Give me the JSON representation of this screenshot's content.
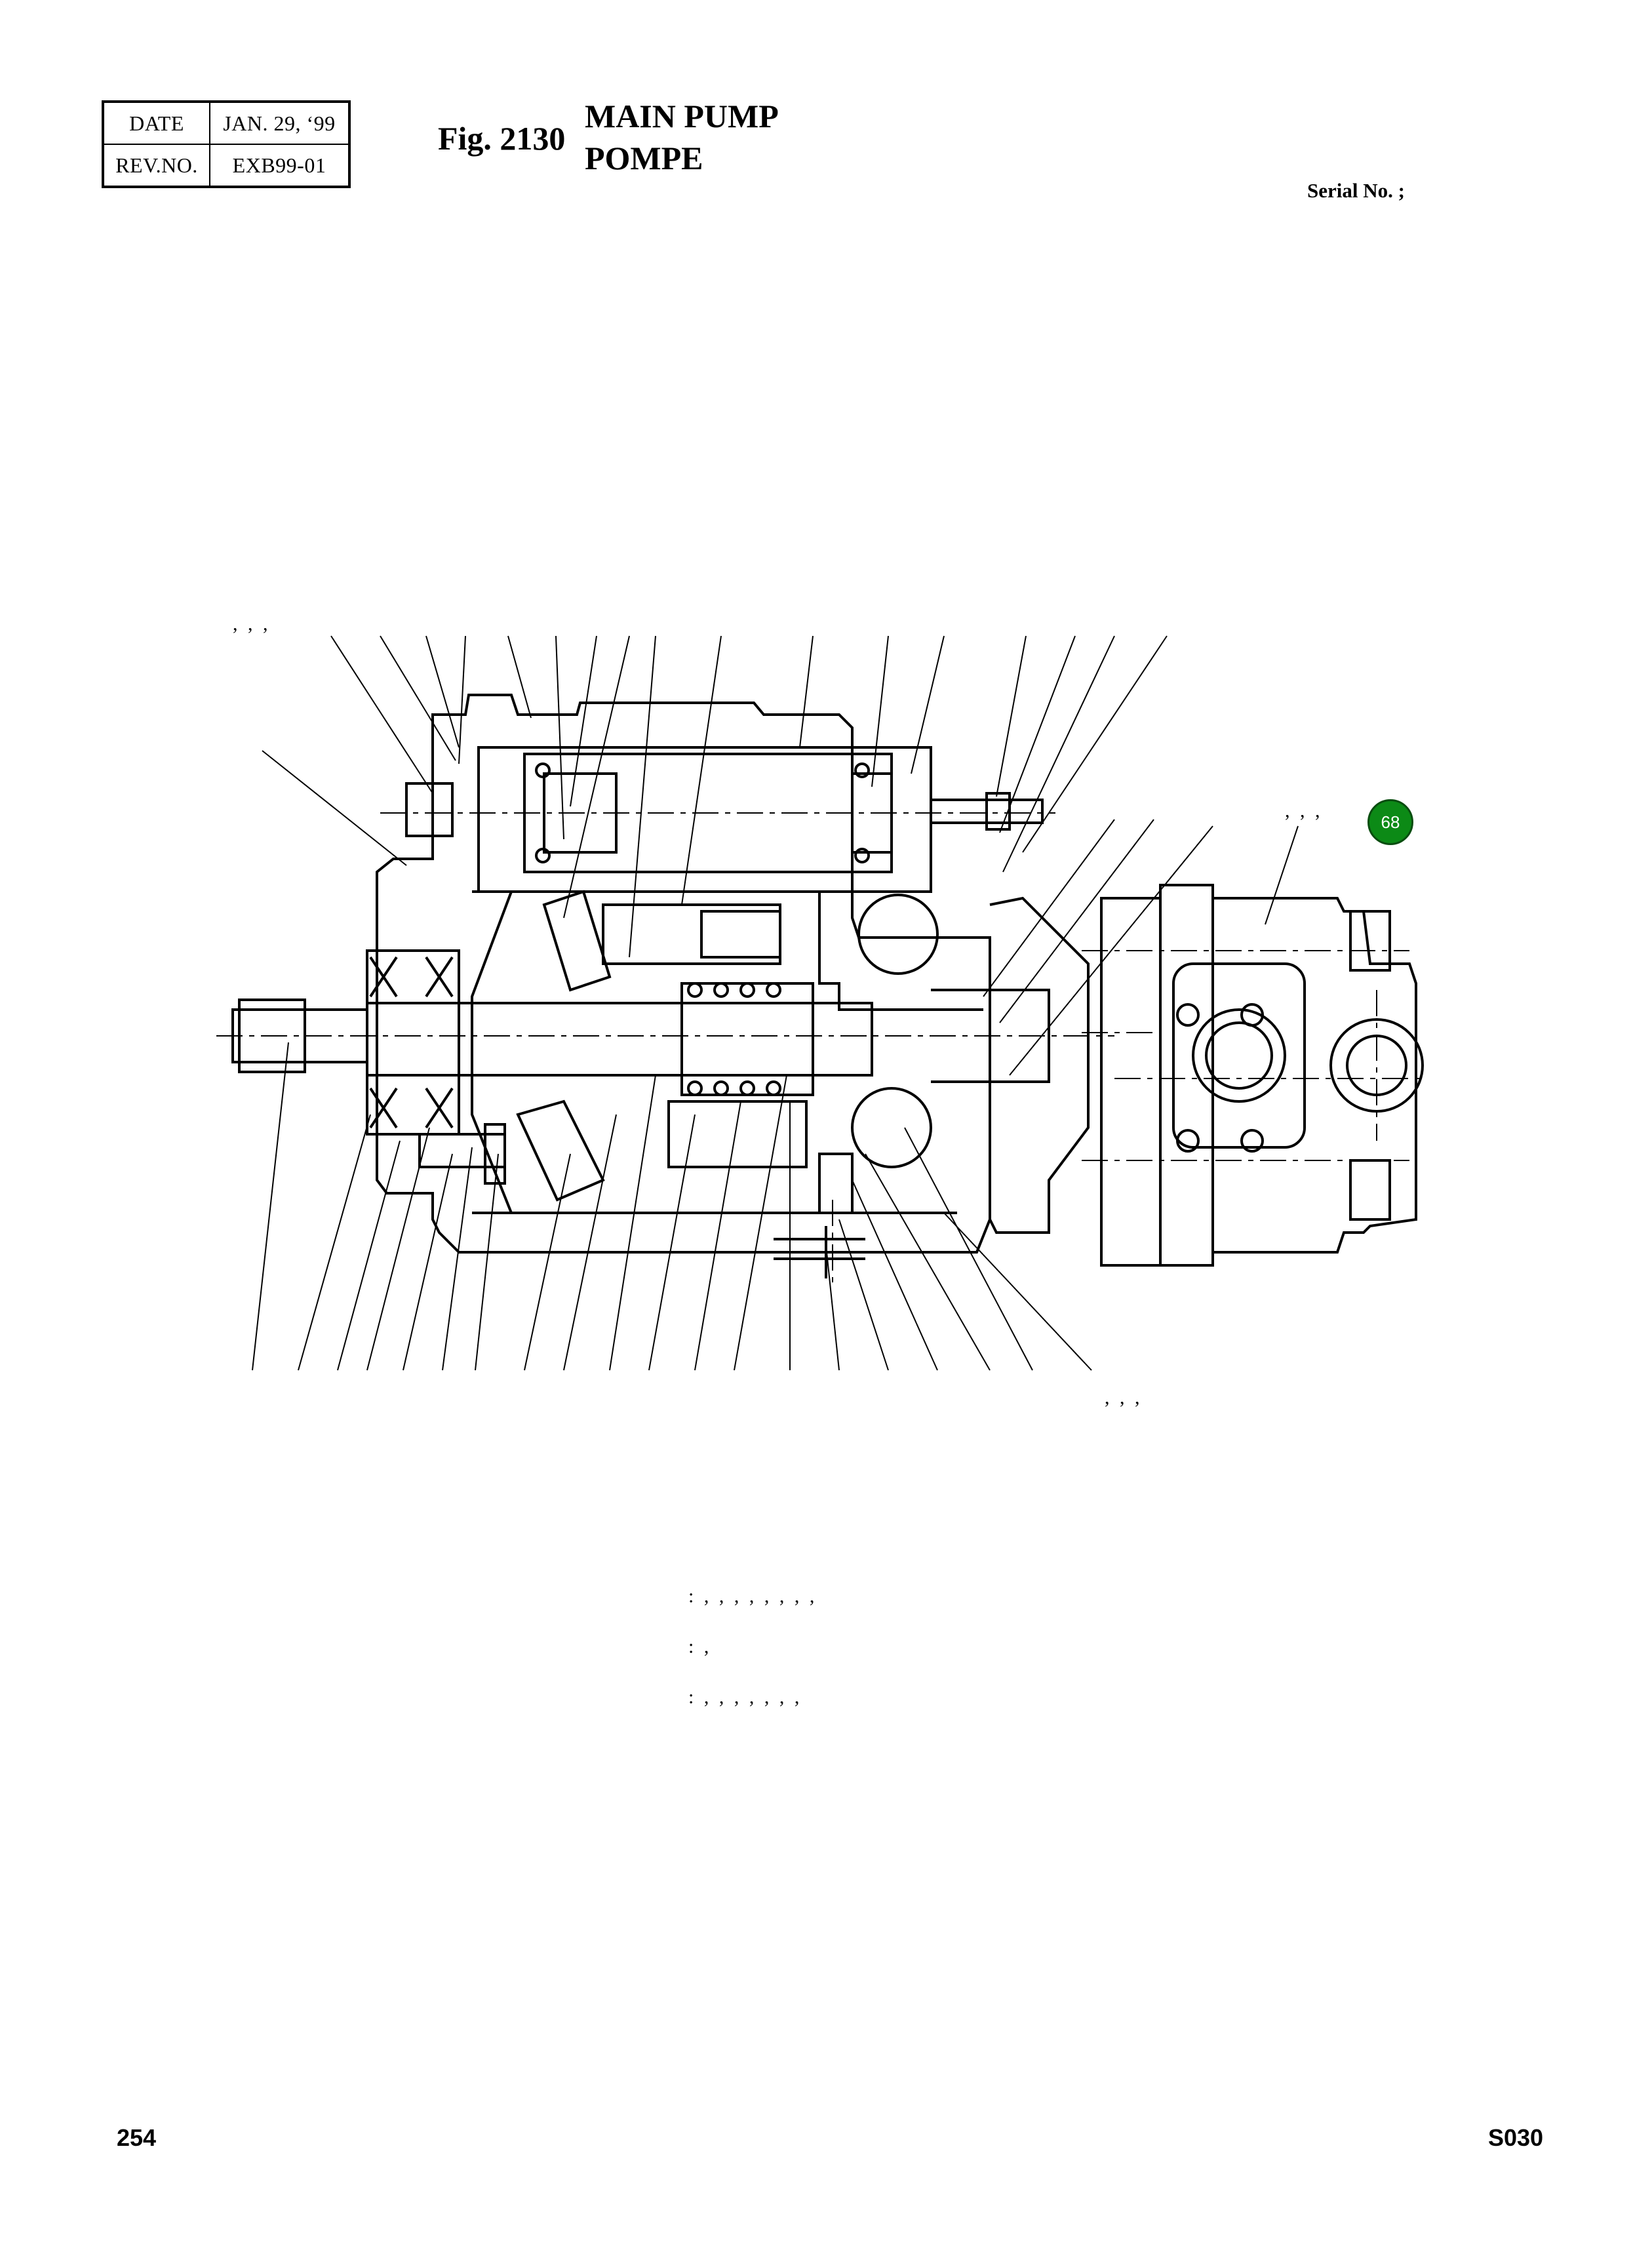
{
  "header": {
    "date_label": "DATE",
    "date_value": "JAN. 29, ‘99",
    "rev_label": "REV.NO.",
    "rev_value": "EXB99-01",
    "figure_number": "Fig. 2130",
    "title_en": "MAIN PUMP",
    "title_fr": "POMPE",
    "serial_label": "Serial No. ;"
  },
  "diagram": {
    "callout_badge": "68",
    "ref_marks_top_left": ",   ,   ,",
    "ref_marks_right": ",   ,   ,",
    "ref_marks_bottom": ",   ,   ,"
  },
  "notes": {
    "line1": ":  ,   , , ,   ,    ,    ,    ,",
    "line2": ":  ,",
    "line3": ":   ,    ,    ,    ,    ,    ,    ,"
  },
  "footer": {
    "page_number": "254",
    "section_code": "S030"
  }
}
